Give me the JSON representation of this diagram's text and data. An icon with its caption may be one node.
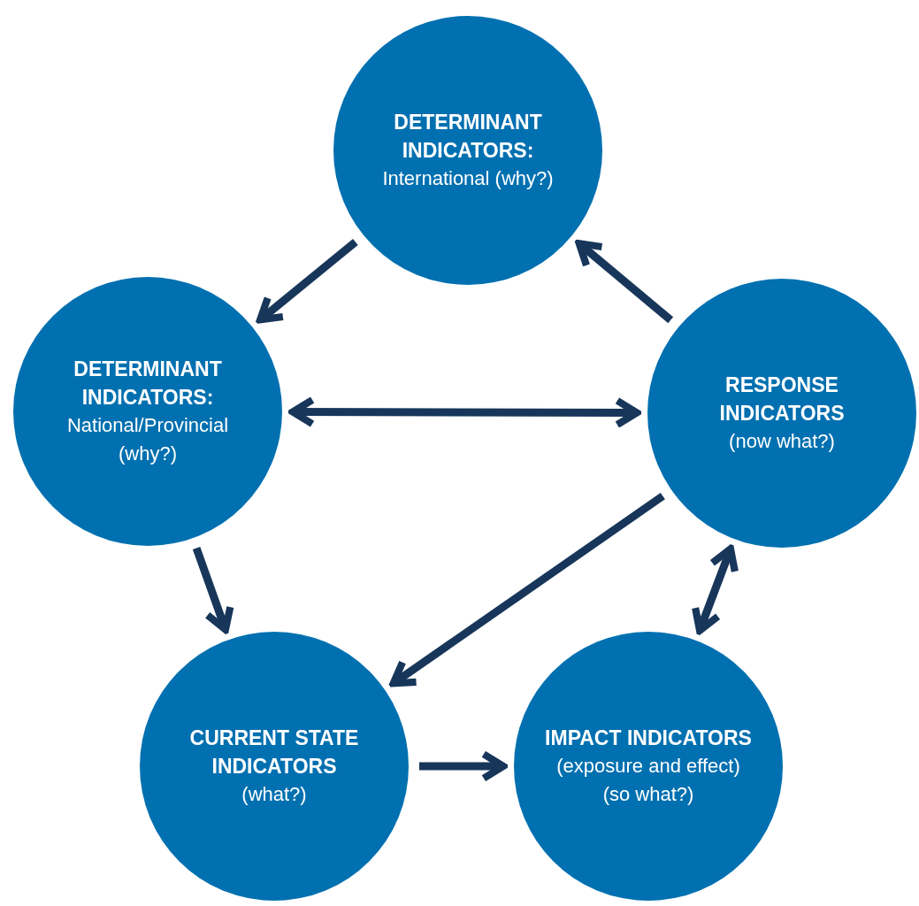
{
  "diagram": {
    "nodes": [
      {
        "text": [
          "DETERMINANT INDICATORS:",
          "International (why?)"
        ]
      },
      {
        "text": [
          "DETERMINANT INDICATORS:",
          "National/Provincial (why?)"
        ]
      },
      {
        "text": [
          "RESPONSE INDICATORS",
          "(now what?)"
        ]
      },
      {
        "text": [
          "CURRENT STATE INDICATORS",
          "(what?)"
        ]
      },
      {
        "text": [
          "IMPACT INDICATORS",
          "(exposure and effect)",
          "(so what?)"
        ]
      }
    ],
    "edges": [
      {
        "from": 0,
        "to": 1,
        "arrow": "to"
      },
      {
        "from": 2,
        "to": 0,
        "arrow": "to"
      },
      {
        "from": 1,
        "to": 2,
        "arrow": "both"
      },
      {
        "from": 2,
        "to": 3,
        "arrow": "to"
      },
      {
        "from": 1,
        "to": 3,
        "arrow": "to"
      },
      {
        "from": 3,
        "to": 4,
        "arrow": "to"
      },
      {
        "from": 4,
        "to": 2,
        "arrow": "both"
      }
    ]
  }
}
